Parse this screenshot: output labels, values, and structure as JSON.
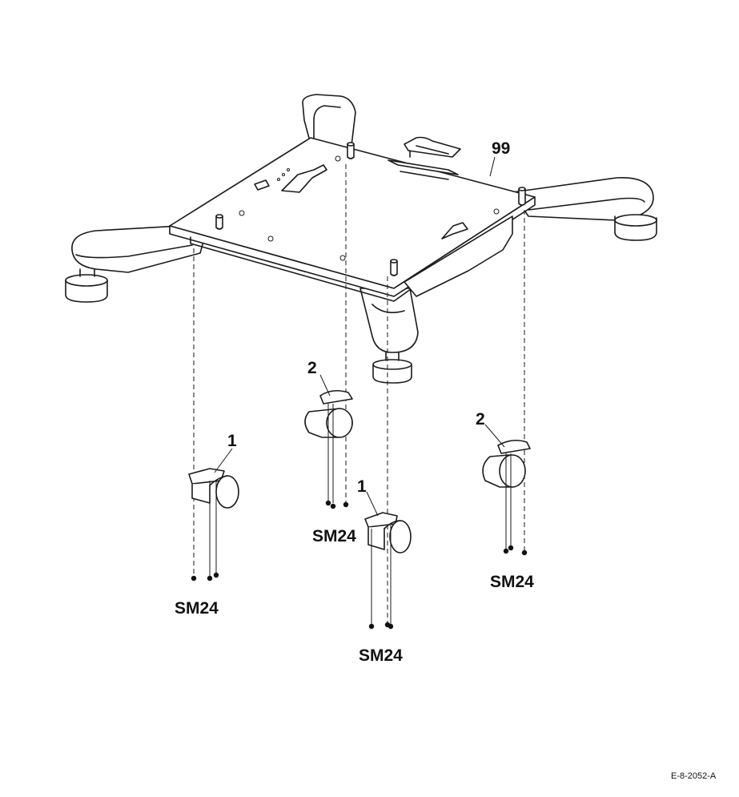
{
  "diagram": {
    "reference_code": "E-8-2052-A",
    "callouts": {
      "base": "99",
      "caster_left": "1",
      "caster_center_top": "2",
      "caster_center_bottom": "1",
      "caster_right": "2"
    },
    "screw_labels": {
      "left": "SM24",
      "center_top": "SM24",
      "center_bottom": "SM24",
      "right": "SM24"
    }
  }
}
